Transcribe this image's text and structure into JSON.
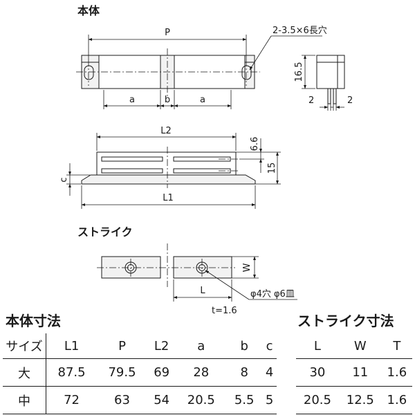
{
  "section_body": {
    "title": "本体"
  },
  "section_strike": {
    "title": "ストライク"
  },
  "drawing_labels": {
    "P": "P",
    "slot_note": "2-3.5×6長穴",
    "a_left": "a",
    "b": "b",
    "a_right": "a",
    "h16_5": "16.5",
    "pin_left": "2",
    "pin_right": "2",
    "L2": "L2",
    "h6_6": "6.6",
    "h15": "15",
    "c": "c",
    "L1": "L1",
    "W": "W",
    "L": "L",
    "hole_note": "φ4穴  φ6皿",
    "thickness": "t=1.6"
  },
  "body_table": {
    "title": "本体寸法",
    "columns": [
      "サイズ",
      "L1",
      "P",
      "L2",
      "a",
      "b",
      "c"
    ],
    "rows": [
      [
        "大",
        "87.5",
        "79.5",
        "69",
        "28",
        "8",
        "4"
      ],
      [
        "中",
        "72",
        "63",
        "54",
        "20.5",
        "5.5",
        "5"
      ]
    ]
  },
  "strike_table": {
    "title": "ストライク寸法",
    "columns": [
      "L",
      "W",
      "T"
    ],
    "rows": [
      [
        "30",
        "11",
        "1.6"
      ],
      [
        "20.5",
        "12.5",
        "1.6"
      ]
    ]
  }
}
